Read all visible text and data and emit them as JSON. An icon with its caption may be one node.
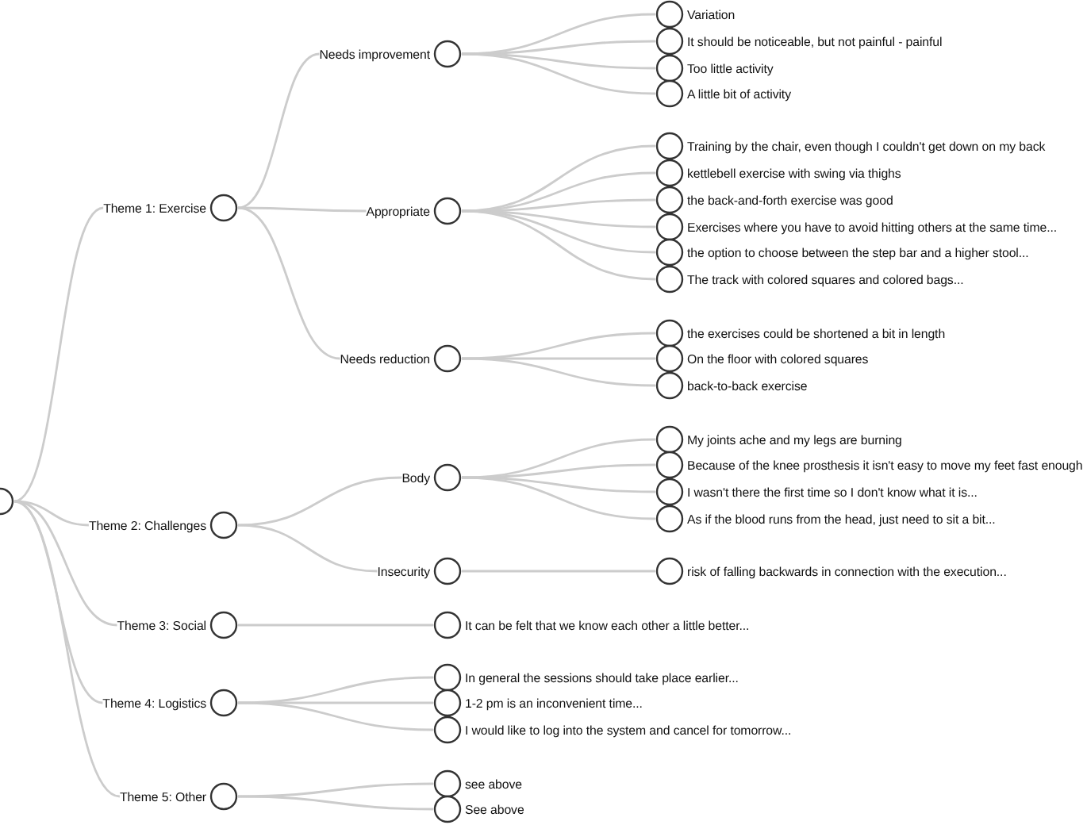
{
  "diagram": {
    "nodes": [
      {
        "text": [],
        "shape": "circle"
      },
      {
        "text": [
          "Theme 1: Exercise"
        ]
      },
      {
        "text": [
          "Needs improvement"
        ]
      },
      {
        "text": [
          "Variation"
        ]
      },
      {
        "text": [
          "It should be noticeable, but not painful - painful"
        ]
      },
      {
        "text": [
          "Too little activity"
        ]
      },
      {
        "text": [
          "A little bit of activity"
        ]
      },
      {
        "text": [
          "Appropriate"
        ]
      },
      {
        "text": [
          "Training by the chair, even though I couldn't get down on my back"
        ]
      },
      {
        "text": [
          "kettlebell exercise with swing via thighs"
        ]
      },
      {
        "text": [
          "the back-and-forth exercise was good"
        ]
      },
      {
        "text": [
          "Exercises where you have to avoid hitting others at the same time..."
        ]
      },
      {
        "text": [
          "the option to choose between the step bar and a higher stool..."
        ]
      },
      {
        "text": [
          "The track with colored squares and colored bags..."
        ]
      },
      {
        "text": [
          "Needs reduction"
        ]
      },
      {
        "text": [
          "the exercises could be shortened a bit in length"
        ]
      },
      {
        "text": [
          "On the floor with colored squares"
        ]
      },
      {
        "text": [
          "back-to-back exercise"
        ]
      },
      {
        "text": [
          "Theme 2: Challenges"
        ]
      },
      {
        "text": [
          "Body"
        ]
      },
      {
        "text": [
          "My joints ache and my legs are burning"
        ]
      },
      {
        "text": [
          "Because of the knee prosthesis it isn't easy to move my feet fast enough"
        ]
      },
      {
        "text": [
          "I wasn't there the first time so I don't know what it is..."
        ]
      },
      {
        "text": [
          "As if the blood runs from the head, just need to sit a bit..."
        ]
      },
      {
        "text": [
          "Insecurity"
        ]
      },
      {
        "text": [
          "risk of falling backwards in connection with the execution..."
        ]
      },
      {
        "text": [
          "Theme 3: Social"
        ]
      },
      {
        "text": [
          "It can be felt that we know each other a little better..."
        ]
      },
      {
        "text": [
          "Theme 4: Logistics"
        ]
      },
      {
        "text": [
          "In general the sessions should take place earlier..."
        ]
      },
      {
        "text": [
          "1-2 pm is an inconvenient time..."
        ]
      },
      {
        "text": [
          "I would like to log into the system and cancel for tomorrow..."
        ]
      },
      {
        "text": [
          "Theme 5: Other"
        ]
      },
      {
        "text": [
          "see above"
        ]
      },
      {
        "text": [
          "See above"
        ]
      }
    ],
    "edges": [
      {
        "from": 0,
        "to": 1,
        "arrow": "none"
      },
      {
        "from": 1,
        "to": 2,
        "arrow": "none"
      },
      {
        "from": 2,
        "to": 3,
        "arrow": "none"
      },
      {
        "from": 2,
        "to": 4,
        "arrow": "none"
      },
      {
        "from": 2,
        "to": 5,
        "arrow": "none"
      },
      {
        "from": 2,
        "to": 6,
        "arrow": "none"
      },
      {
        "from": 1,
        "to": 7,
        "arrow": "none"
      },
      {
        "from": 7,
        "to": 8,
        "arrow": "none"
      },
      {
        "from": 7,
        "to": 9,
        "arrow": "none"
      },
      {
        "from": 7,
        "to": 10,
        "arrow": "none"
      },
      {
        "from": 7,
        "to": 11,
        "arrow": "none"
      },
      {
        "from": 7,
        "to": 12,
        "arrow": "none"
      },
      {
        "from": 7,
        "to": 13,
        "arrow": "none"
      },
      {
        "from": 1,
        "to": 14,
        "arrow": "none"
      },
      {
        "from": 14,
        "to": 15,
        "arrow": "none"
      },
      {
        "from": 14,
        "to": 16,
        "arrow": "none"
      },
      {
        "from": 14,
        "to": 17,
        "arrow": "none"
      },
      {
        "from": 0,
        "to": 18,
        "arrow": "none"
      },
      {
        "from": 18,
        "to": 19,
        "arrow": "none"
      },
      {
        "from": 19,
        "to": 20,
        "arrow": "none"
      },
      {
        "from": 19,
        "to": 21,
        "arrow": "none"
      },
      {
        "from": 19,
        "to": 22,
        "arrow": "none"
      },
      {
        "from": 19,
        "to": 23,
        "arrow": "none"
      },
      {
        "from": 18,
        "to": 24,
        "arrow": "none"
      },
      {
        "from": 24,
        "to": 25,
        "arrow": "none"
      },
      {
        "from": 0,
        "to": 26,
        "arrow": "none"
      },
      {
        "from": 26,
        "to": 27,
        "arrow": "none"
      },
      {
        "from": 0,
        "to": 28,
        "arrow": "none"
      },
      {
        "from": 28,
        "to": 29,
        "arrow": "none"
      },
      {
        "from": 28,
        "to": 30,
        "arrow": "none"
      },
      {
        "from": 28,
        "to": 31,
        "arrow": "none"
      },
      {
        "from": 0,
        "to": 32,
        "arrow": "none"
      },
      {
        "from": 32,
        "to": 33,
        "arrow": "none"
      },
      {
        "from": 32,
        "to": 34,
        "arrow": "none"
      }
    ]
  }
}
